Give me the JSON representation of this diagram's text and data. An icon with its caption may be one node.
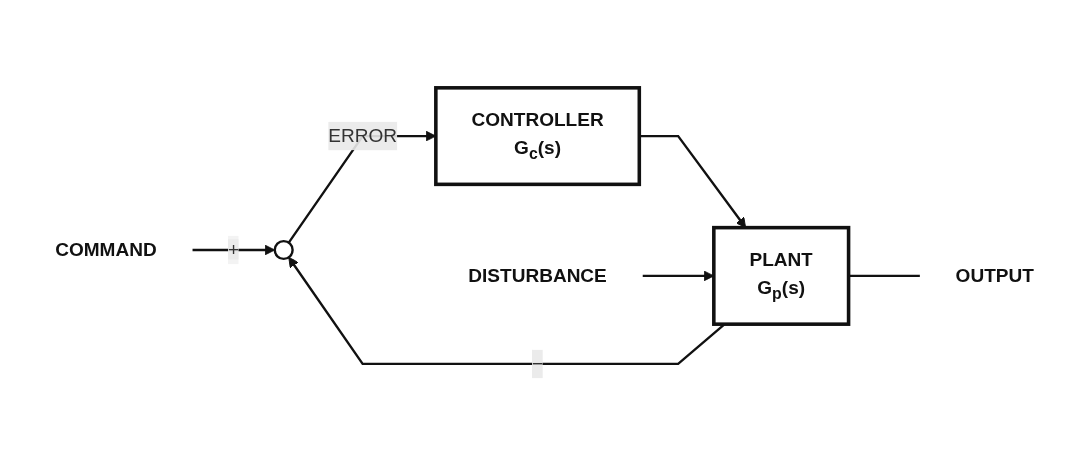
{
  "diagram": {
    "nodes": [
      {
        "text": [
          "COMMAND"
        ]
      },
      {
        "text": [],
        "shape": "circle"
      },
      {
        "text": [
          "CONTROLLER",
          "G$_{c}$(s)"
        ]
      },
      {
        "text": [
          "DISTURBANCE"
        ]
      },
      {
        "text": [
          "PLANT",
          "G$_{p}$(s)"
        ]
      },
      {
        "text": [
          "OUTPUT"
        ]
      }
    ],
    "edges": [
      {
        "from": 0,
        "to": 1,
        "arrow": "to",
        "label": "+"
      },
      {
        "from": 1,
        "to": 2,
        "arrow": "to",
        "label": "ERROR"
      },
      {
        "from": 2,
        "to": 4,
        "arrow": "to"
      },
      {
        "from": 3,
        "to": 4,
        "arrow": "to"
      },
      {
        "from": 4,
        "to": 5,
        "arrow": "none"
      },
      {
        "from": 4,
        "to": 1,
        "arrow": "to",
        "label": "−"
      }
    ]
  }
}
